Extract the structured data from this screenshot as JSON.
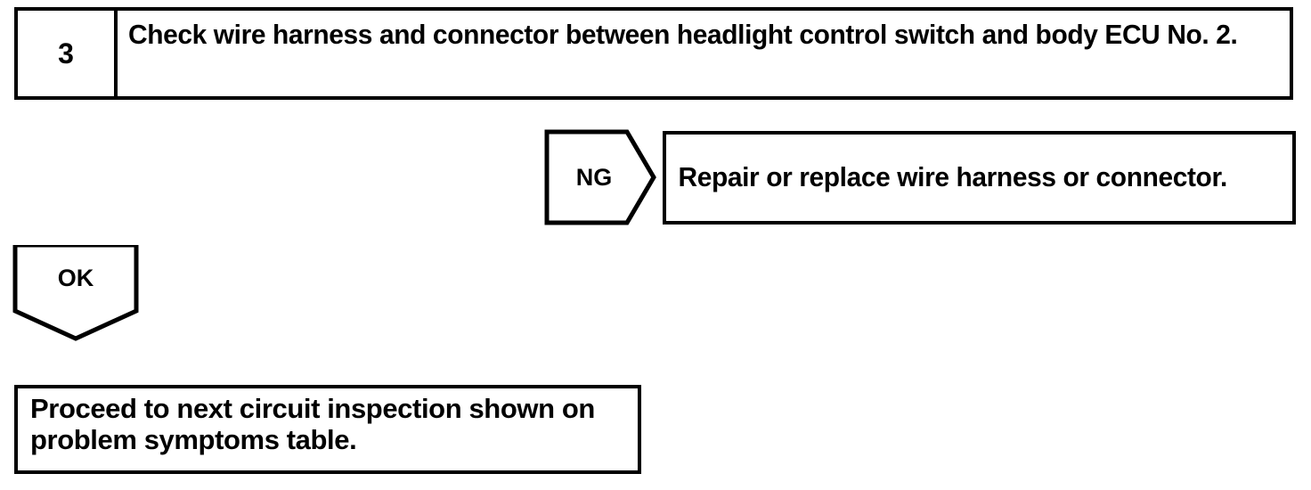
{
  "document": {
    "type": "diagnostic-flowchart",
    "background_color": "#ffffff",
    "line_color": "#000000"
  },
  "step": {
    "number": "3",
    "instruction": "Check wire harness and connector between headlight control switch and body ECU No. 2."
  },
  "branches": {
    "ng": {
      "label": "NG",
      "shape": "right-pointing-pentagon",
      "result": "Repair or replace wire harness or connector."
    },
    "ok": {
      "label": "OK",
      "shape": "down-pointing-pentagon",
      "result": "Proceed to next circuit inspection shown on problem symptoms table."
    }
  }
}
